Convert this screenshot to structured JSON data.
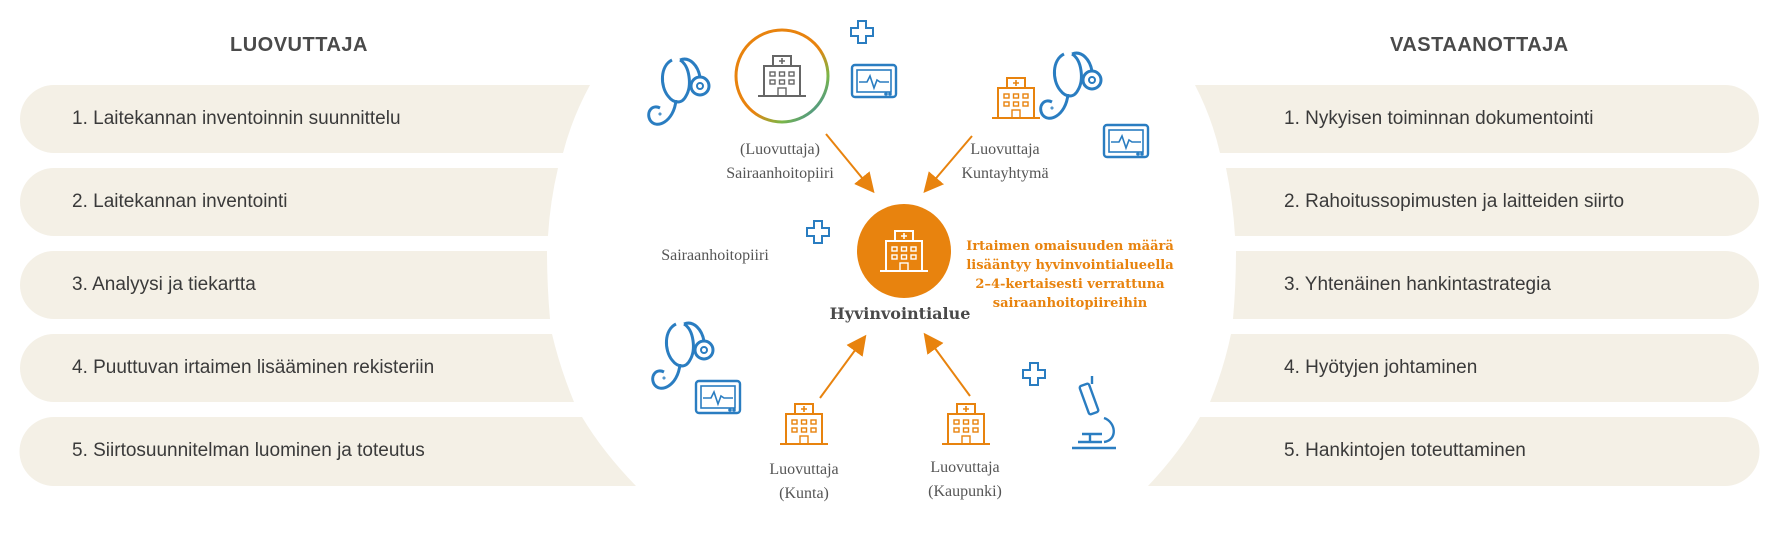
{
  "left": {
    "title": "LUOVUTTAJA",
    "steps": [
      "1. Laitekannan inventoinnin suunnittelu",
      "2. Laitekannan inventointi",
      "3. Analyysi ja tiekartta",
      "4. Puuttuvan irtaimen lisääminen rekisteriin",
      "5. Siirtosuunnitelman luominen ja toteutus"
    ]
  },
  "right": {
    "title": "VASTAANOTTAJA",
    "steps": [
      "1. Nykyisen toiminnan dokumentointi",
      "2. Rahoitussopimusten ja laitteiden siirto",
      "3. Yhtenäinen hankintastrategia",
      "4. Hyötyjen johtaminen",
      "5. Hankintojen toteuttaminen"
    ]
  },
  "center": {
    "hub_label": "Hyvinvointialue",
    "note_lines": [
      "Irtaimen omaisuuden määrä",
      "lisääntyy hyvinvointialueella",
      "2–4-kertaisesti verrattuna",
      "sairaanhoitopiireihin"
    ],
    "nodes": {
      "top_left": {
        "line1": "(Luovuttaja)",
        "line2": "Sairaanhoitopiiri"
      },
      "top_right": {
        "line1": "Luovuttaja",
        "line2": "Kuntayhtymä"
      },
      "middle_left": {
        "line1": "Sairaanhoitopiiri"
      },
      "bottom_left": {
        "line1": "Luovuttaja",
        "line2": "(Kunta)"
      },
      "bottom_right": {
        "line1": "Luovuttaja",
        "line2": "(Kaupunki)"
      }
    }
  },
  "colors": {
    "pill_bg": "#f4f0e6",
    "orange": "#e8830e",
    "blue": "#2a7dc1",
    "green": "#7ab648",
    "gray_icon": "#666666"
  },
  "icons": [
    "hospital-icon",
    "stethoscope-icon",
    "monitor-icon",
    "plus-icon",
    "microscope-icon",
    "arrow-icon"
  ]
}
